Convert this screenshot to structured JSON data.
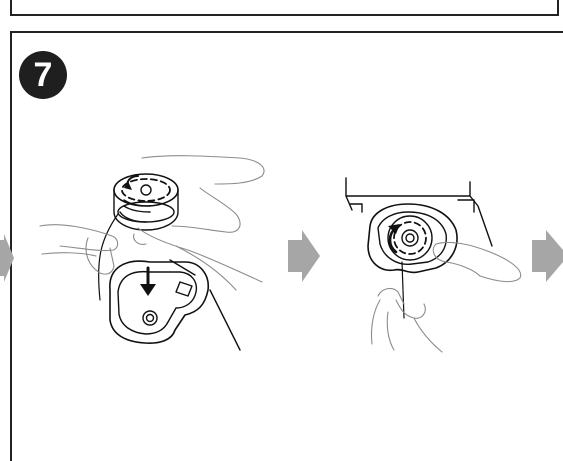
{
  "step": {
    "number": "7"
  },
  "colors": {
    "border": "#222222",
    "badge": "#1f1f1f",
    "arrow": "#a6a6a6",
    "line": "#111111",
    "faint_line": "#9a9a9a"
  },
  "illustrations": [
    {
      "name": "insert-bobbin-into-case-illustration"
    },
    {
      "name": "hold-bobbin-and-pull-thread-illustration"
    }
  ],
  "icons": [
    "arrow-right-icon",
    "arrow-down-icon",
    "rotation-arrow-icon"
  ]
}
